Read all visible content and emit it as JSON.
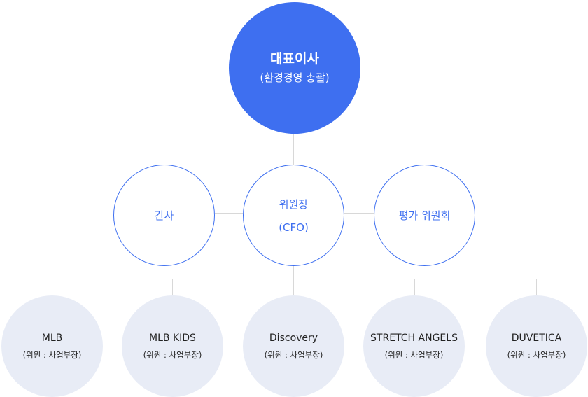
{
  "ceo": {
    "title": "대표이사",
    "subtitle": "(환경경영 총괄)"
  },
  "middle": {
    "auditor": "간사",
    "committee_head": {
      "title": "위원장",
      "subtitle": "(CFO)"
    },
    "evaluation_committee": "평가 위원회"
  },
  "brands": [
    {
      "name": "MLB",
      "role": "(위원 : 사업부장)"
    },
    {
      "name": "MLB KIDS",
      "role": "(위원 : 사업부장)"
    },
    {
      "name": "Discovery",
      "role": "(위원 : 사업부장)"
    },
    {
      "name": "STRETCH ANGELS",
      "role": "(위원 : 사업부장)"
    },
    {
      "name": "DUVETICA",
      "role": "(위원 : 사업부장)"
    }
  ],
  "colors": {
    "primary": "#3e6ff0",
    "brand_fill": "#e8ecf6",
    "connector": "#d8d8d8"
  }
}
